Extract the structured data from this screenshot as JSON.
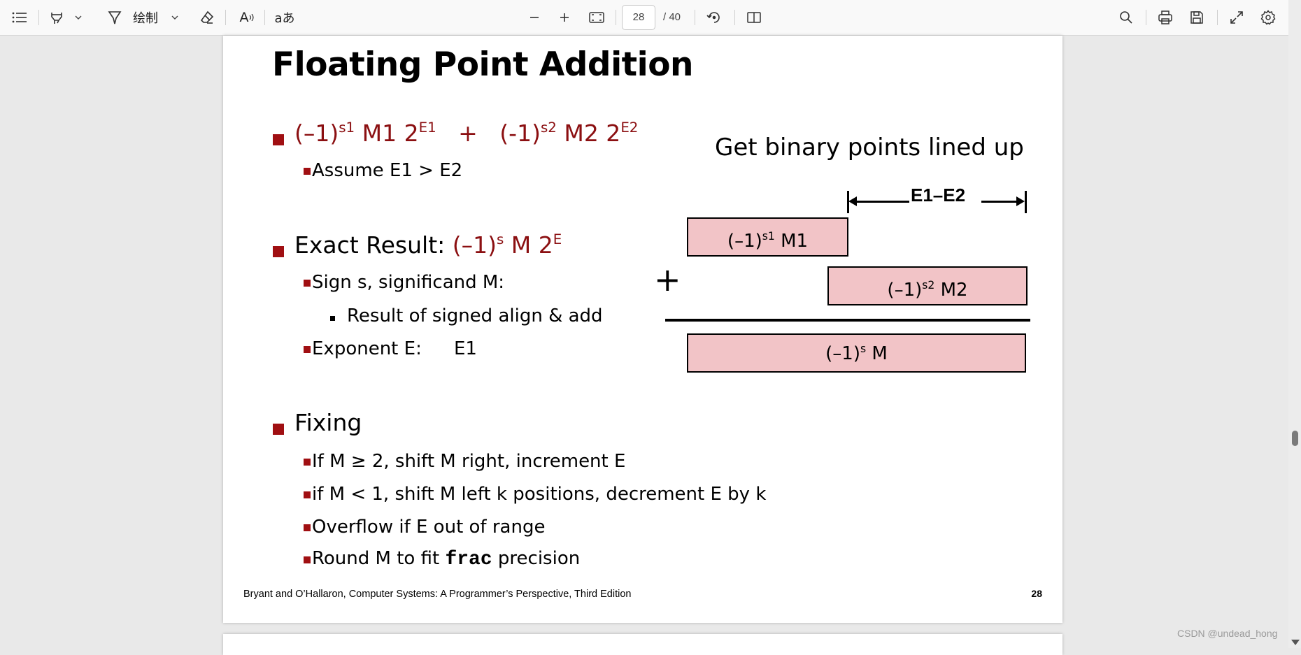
{
  "toolbar": {
    "draw_label": "绘制",
    "read_aloud_label": "A",
    "translate_label": "aあ",
    "current_page": "28",
    "total_pages": "/ 40"
  },
  "slide": {
    "title": "Floating Point Addition",
    "bullet1": {
      "p1": "(–1)",
      "s1": "s1",
      "p2": " M1  2",
      "s2": "E1",
      "p3": "   +   (-1)",
      "s3": "s2",
      "p4": " M2  2",
      "s4": "E2",
      "sub": "Assume E1 > E2"
    },
    "bullet2": {
      "label": "Exact Result: ",
      "p1": "(–1)",
      "s1": "s",
      "p2": " M  2",
      "s2": "E",
      "sub1": "Sign s, significand M:",
      "sub1a": "Result of signed align & add",
      "sub2a": "Exponent E:",
      "sub2b": "E1"
    },
    "bullet3": {
      "label": "Fixing",
      "items": [
        "If M ≥ 2, shift M right, increment E",
        "if M < 1, shift M left k positions, decrement E by k",
        "Overflow if E out of range"
      ],
      "round_pre": "Round M to fit ",
      "round_code": "frac",
      "round_post": " precision"
    },
    "diagram": {
      "heading": "Get binary points lined up",
      "span_label": "E1–E2",
      "plus": "+",
      "box1": {
        "p": "(–1)",
        "s": "s1",
        "q": " M1"
      },
      "box2": {
        "p": "(–1)",
        "s": "s2",
        "q": " M2"
      },
      "box3": {
        "p": "(–1)",
        "s": "s",
        "q": " M"
      }
    },
    "footer": "Bryant and O’Hallaron, Computer Systems: A Programmer’s Perspective, Third Edition",
    "page_number": "28"
  },
  "watermark": "CSDN @undead_hong",
  "colors": {
    "accent_red": "#8b0f11",
    "box_fill": "#f2c4c7"
  }
}
